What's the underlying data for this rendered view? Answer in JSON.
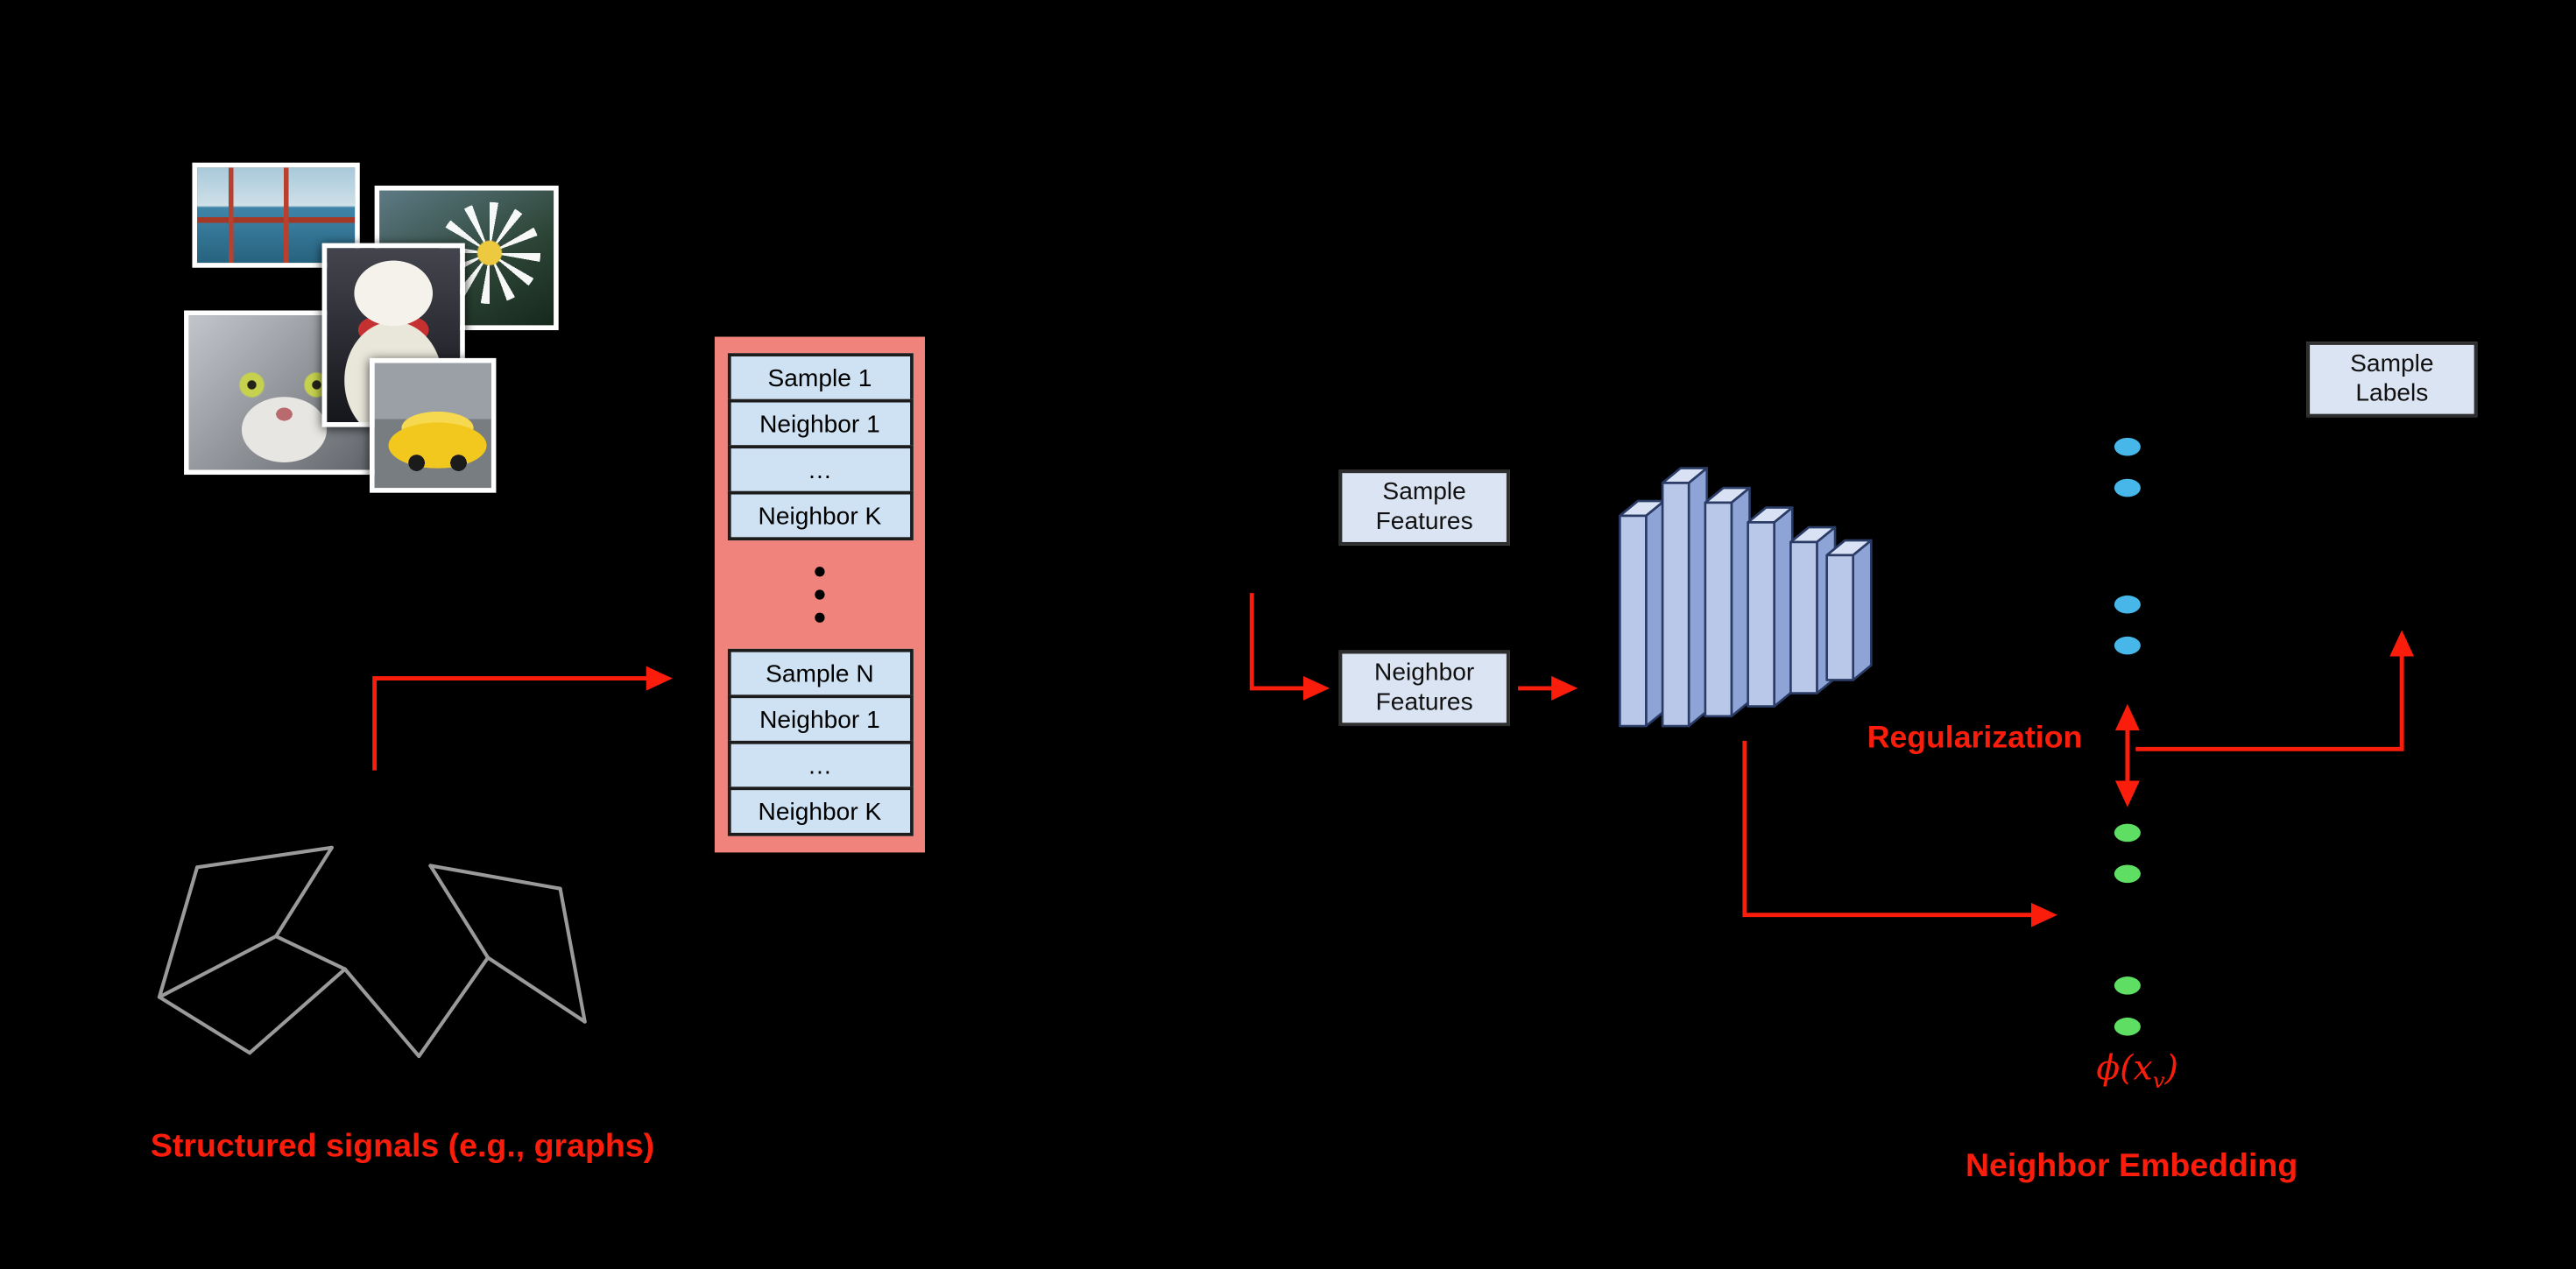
{
  "colors": {
    "background": "#000000",
    "accent_red": "#fb1d0c",
    "table_pink": "#f1837d",
    "row_blue": "#cfe2f3",
    "box_blue": "#dbe4f3",
    "dot_blue": "#47b7e9",
    "dot_green": "#5edf63",
    "nn_front": "#b9c8e9",
    "nn_top": "#d9e2f5",
    "nn_side": "#8ea4d6",
    "nn_border": "#2a3c66",
    "graph_gray": "#9a9a9a"
  },
  "photos": {
    "items": [
      "golden-gate-bridge-photo",
      "daisy-flower-photo",
      "cat-photo",
      "dog-with-red-bow-photo",
      "yellow-sports-car-photo"
    ]
  },
  "batch_table": {
    "group1": [
      "Sample 1",
      "Neighbor 1",
      "…",
      "Neighbor K"
    ],
    "group2": [
      "Sample N",
      "Neighbor 1",
      "…",
      "Neighbor K"
    ]
  },
  "boxes": {
    "sample_features": {
      "line1": "Sample",
      "line2": "Features"
    },
    "neighbor_features": {
      "line1": "Neighbor",
      "line2": "Features"
    },
    "sample_labels": {
      "line1": "Sample",
      "line2": "Labels"
    }
  },
  "labels": {
    "structured_signals": "Structured signals (e.g., graphs)",
    "regularization": "Regularization",
    "neighbor_embedding": "Neighbor Embedding",
    "phi": {
      "prefix": "ϕ(x",
      "sub": "v",
      "close": ")"
    }
  }
}
